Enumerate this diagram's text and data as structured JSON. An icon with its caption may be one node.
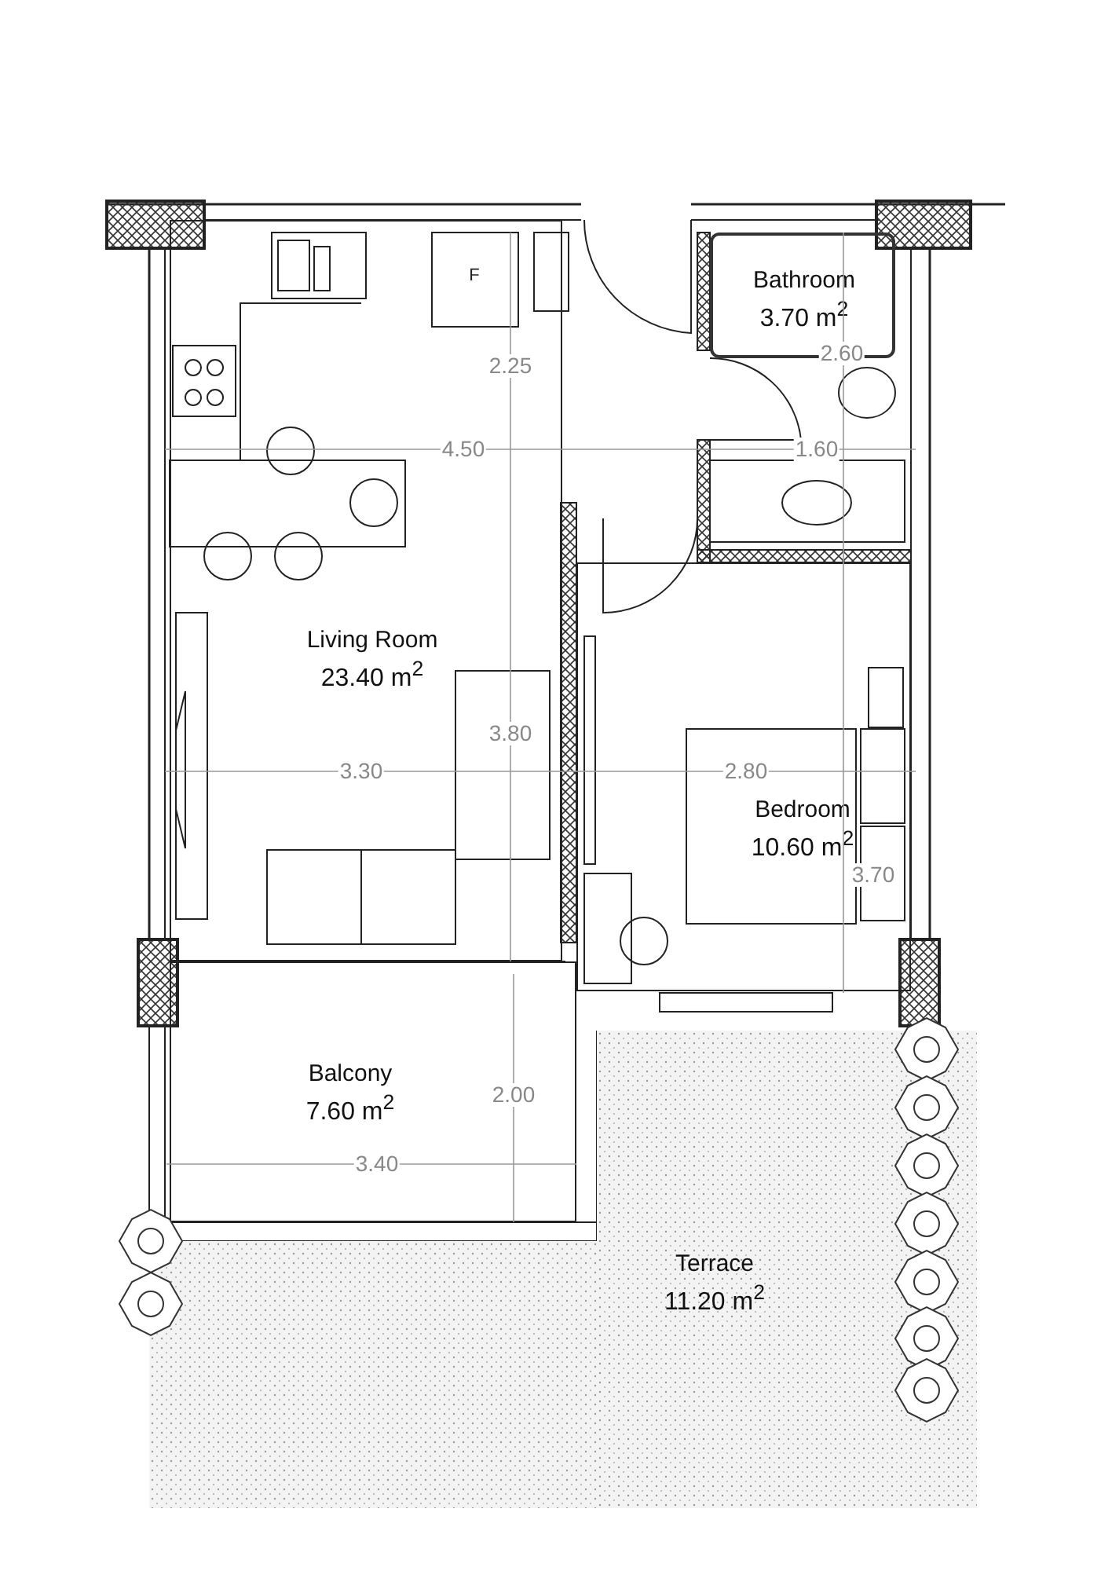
{
  "diagram": {
    "nodes": [
      {
        "text": [
          "Living Room",
          "23.40 m$^{2}$"
        ]
      },
      {
        "text": [
          "Bathroom",
          "3.70 m$^{2}$"
        ]
      },
      {
        "text": [
          "Bedroom",
          "10.60 m$^{2}$"
        ]
      },
      {
        "text": [
          "Balcony",
          "7.60 m$^{2}$"
        ]
      },
      {
        "text": [
          "Terrace",
          "11.20 m$^{2}$"
        ]
      }
    ],
    "labels": [
      "F",
      "2.60",
      "2.25",
      "4.50",
      "1.60",
      "3.80",
      "3.30",
      "2.80",
      "3.70",
      "2.00",
      "3.40"
    ]
  }
}
